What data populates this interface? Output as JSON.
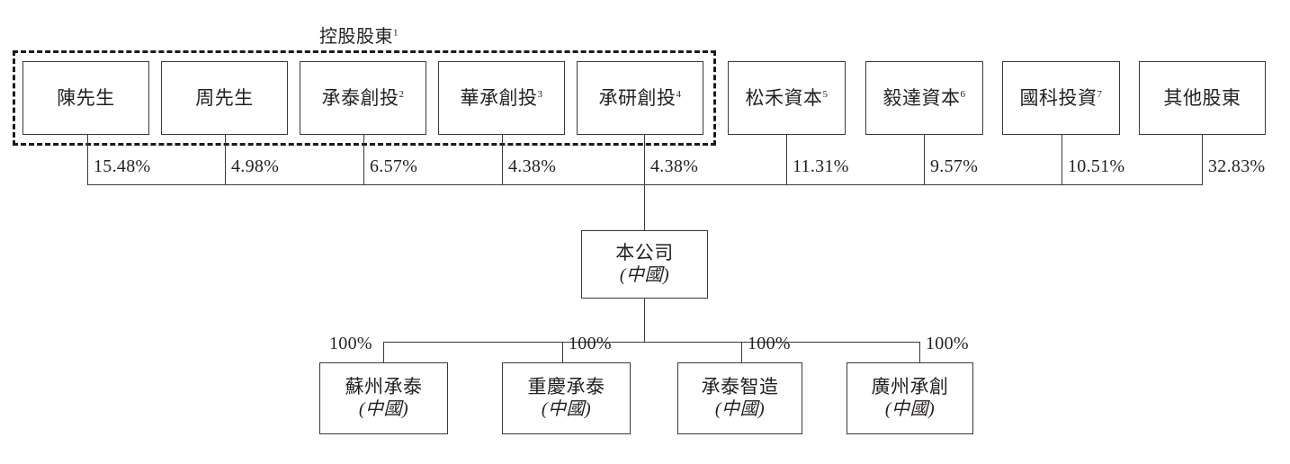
{
  "diagram": {
    "type": "org-shareholding-chart",
    "title_group": {
      "label": "控股股東",
      "footnote": "1"
    },
    "shareholders": [
      {
        "name": "陳先生",
        "footnote": "",
        "percent": "15.48%",
        "in_control_group": true
      },
      {
        "name": "周先生",
        "footnote": "",
        "percent": "4.98%",
        "in_control_group": true
      },
      {
        "name": "承泰創投",
        "footnote": "2",
        "percent": "6.57%",
        "in_control_group": true
      },
      {
        "name": "華承創投",
        "footnote": "3",
        "percent": "4.38%",
        "in_control_group": true
      },
      {
        "name": "承研創投",
        "footnote": "4",
        "percent": "4.38%",
        "in_control_group": true
      },
      {
        "name": "松禾資本",
        "footnote": "5",
        "percent": "11.31%",
        "in_control_group": false
      },
      {
        "name": "毅達資本",
        "footnote": "6",
        "percent": "9.57%",
        "in_control_group": false
      },
      {
        "name": "國科投資",
        "footnote": "7",
        "percent": "10.51%",
        "in_control_group": false
      },
      {
        "name": "其他股東",
        "footnote": "",
        "percent": "32.83%",
        "in_control_group": false
      }
    ],
    "company": {
      "name": "本公司",
      "jurisdiction": "(中國)"
    },
    "subsidiaries": [
      {
        "name": "蘇州承泰",
        "jurisdiction": "(中國)",
        "percent": "100%"
      },
      {
        "name": "重慶承泰",
        "jurisdiction": "(中國)",
        "percent": "100%"
      },
      {
        "name": "承泰智造",
        "jurisdiction": "(中國)",
        "percent": "100%"
      },
      {
        "name": "廣州承創",
        "jurisdiction": "(中國)",
        "percent": "100%"
      }
    ],
    "colors": {
      "background": "#ffffff",
      "box_border": "#3a3a3a",
      "dashed_border": "#1a1a1a",
      "text": "#231f20"
    }
  }
}
